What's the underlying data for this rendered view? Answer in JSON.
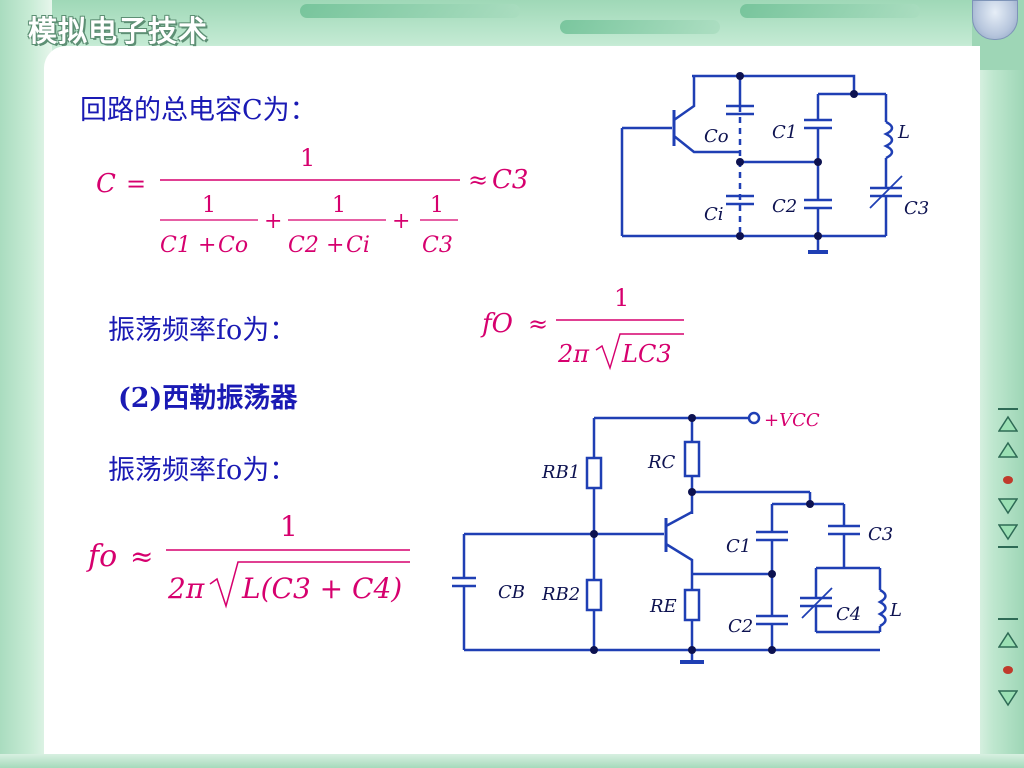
{
  "header": {
    "course_title": "模拟电子技术"
  },
  "text": {
    "total_capacitance_heading": "回路的总电容C为：",
    "freq_heading_1": "振荡频率fo为：",
    "seiler_heading": "(2)西勒振荡器",
    "freq_heading_2": "振荡频率fo为："
  },
  "formula_total_capacitance": {
    "lhs": "C",
    "eq": "=",
    "numerator": "1",
    "terms": [
      {
        "num": "1",
        "den_a": "C1",
        "den_op": "+",
        "den_b": "Co"
      },
      {
        "num": "1",
        "den_a": "C2",
        "den_op": "+",
        "den_b": "Ci"
      },
      {
        "num": "1",
        "den_a": "C3",
        "den_op": "",
        "den_b": ""
      }
    ],
    "plus": "+",
    "approx": "≈",
    "approx_rhs": "C3"
  },
  "formula_freq_1": {
    "lhs": "fO",
    "approx": "≈",
    "numerator": "1",
    "den_prefix": "2π",
    "den_root": "LC3"
  },
  "formula_freq_2": {
    "lhs": "fo",
    "approx": "≈",
    "numerator": "1",
    "den_prefix": "2π",
    "den_root": "L(C3 + C4)"
  },
  "clapp_circuit": {
    "labels": {
      "co": "Co",
      "c1": "C1",
      "l": "L",
      "ci": "Ci",
      "c2": "C2",
      "c3": "C3"
    }
  },
  "seiler_circuit": {
    "labels": {
      "vcc": "+VCC",
      "rb1": "RB1",
      "rc": "RC",
      "c3": "C3",
      "c1": "C1",
      "cb": "CB",
      "rb2": "RB2",
      "re": "RE",
      "c2": "C2",
      "c4": "C4",
      "l": "L"
    }
  },
  "colors": {
    "accent": "#d6006e",
    "text": "#1a1ab4",
    "wire": "#1f3fb4",
    "frame": "#a9dcbf"
  }
}
